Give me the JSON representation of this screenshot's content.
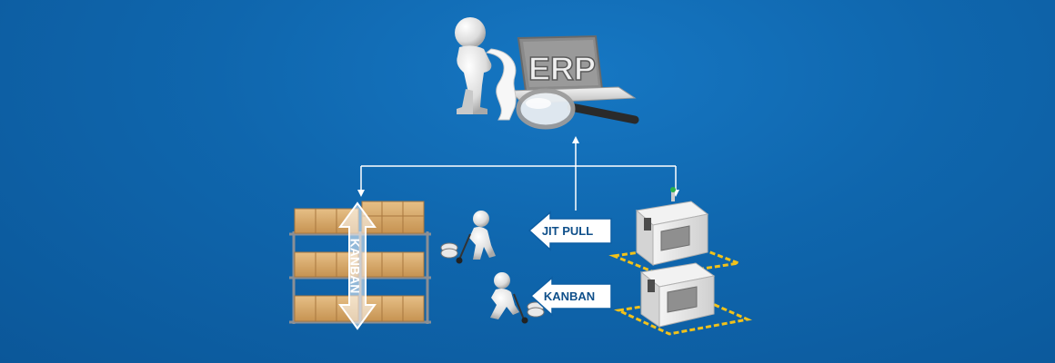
{
  "erp": {
    "screen_label": "ERP"
  },
  "warehouse": {
    "kanban_vertical_label": "KANBAN"
  },
  "flows": {
    "jit_pull_label": "JIT PULL",
    "kanban_label": "KANBAN"
  },
  "colors": {
    "background": "#0f66ad",
    "arrow_line": "#ffffff",
    "arrow_fill": "#ffffff",
    "arrow_text": "#0f4f8a",
    "boxes": "#d9a866",
    "floor_stripe": "#f2c21a"
  },
  "icons": {
    "person": "3d-figure-icon",
    "laptop": "laptop-icon",
    "magnifier": "magnifying-glass-icon",
    "rack": "pallet-rack-icon",
    "hand_truck": "hand-truck-icon",
    "machine": "production-machine-icon"
  }
}
